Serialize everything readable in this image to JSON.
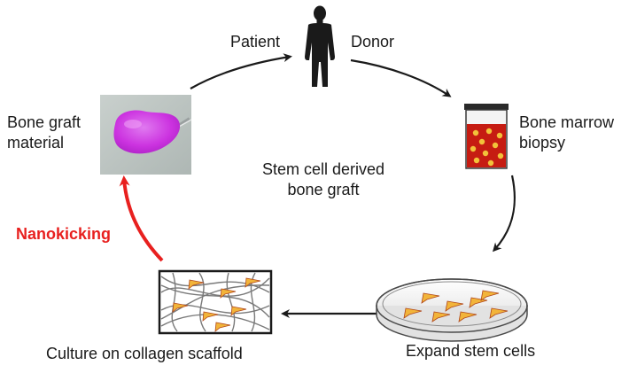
{
  "labels": {
    "patient": "Patient",
    "donor": "Donor",
    "bone_marrow_line1": "Bone marrow",
    "bone_marrow_line2": "biopsy",
    "bone_graft_line1": "Bone graft",
    "bone_graft_line2": "material",
    "center_line1": "Stem cell derived",
    "center_line2": "bone graft",
    "nanokicking": "Nanokicking",
    "expand": "Expand stem cells",
    "culture": "Culture on collagen scaffold"
  },
  "icons": {
    "person": "person-silhouette-icon",
    "tube": "biopsy-tube-icon",
    "graft": "bone-graft-photo",
    "dish": "petri-dish-icon",
    "scaffold": "collagen-scaffold-icon"
  },
  "colors": {
    "highlight_arrow": "#e8201f",
    "arrow": "#1a1a1a",
    "graft_gel": "#cc33e0",
    "marrow": "#c61c12",
    "cells": "#f2b43a"
  }
}
